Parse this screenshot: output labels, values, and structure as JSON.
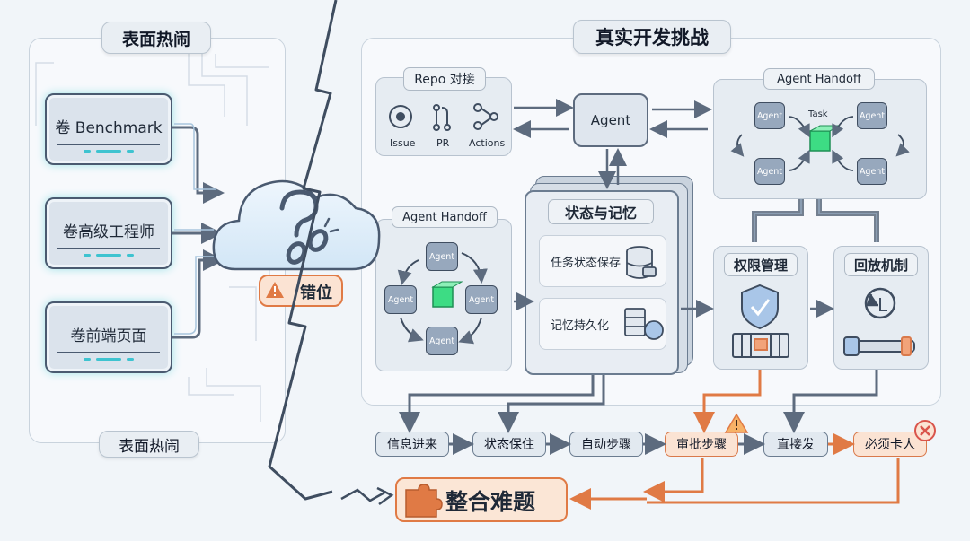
{
  "left": {
    "title_top": "表面热闹",
    "title_bottom": "表面热闹",
    "cards": [
      "卷 Benchmark",
      "卷高级工程师",
      "卷前端页面"
    ]
  },
  "cloud": {
    "badge": "错位"
  },
  "right": {
    "title": "真实开发挑战",
    "repo": {
      "title": "Repo 对接",
      "icons": [
        "Issue",
        "PR",
        "Actions"
      ]
    },
    "agent_main": "Agent",
    "handoff_top": {
      "title": "Agent Handoff",
      "task": "Task",
      "agents": [
        "Agent",
        "Agent",
        "Agent",
        "Agent"
      ]
    },
    "handoff_mid": {
      "title": "Agent Handoff",
      "agents": [
        "Agent",
        "Agent",
        "Agent",
        "Agent"
      ]
    },
    "state": {
      "title": "状态与记忆",
      "items": [
        "任务状态保存",
        "记忆持久化"
      ]
    },
    "perm": {
      "title": "权限管理"
    },
    "rollback": {
      "title": "回放机制"
    },
    "flow": [
      "信息进来",
      "状态保住",
      "自动步骤",
      "审批步骤",
      "直接发",
      "必须卡人"
    ],
    "integration": "整合难题"
  },
  "colors": {
    "accent_orange": "#e07a45",
    "node_blue": "#97a8bd",
    "cube_green": "#3ddc84",
    "line": "#5d6b7e"
  }
}
